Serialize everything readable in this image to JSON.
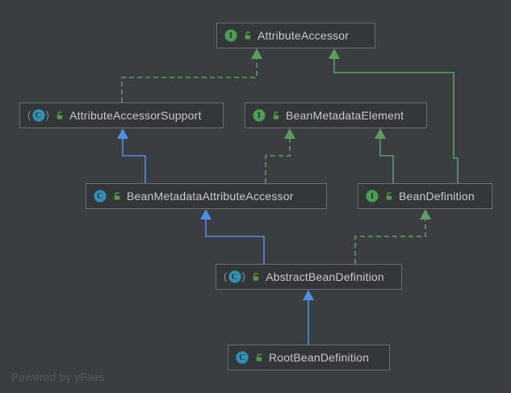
{
  "diagram": {
    "title": "UML class diagram",
    "watermark": "Powered by yFiles",
    "icon_letters": {
      "interface": "I",
      "class": "C"
    },
    "abstract_parens": {
      "open": "(",
      "close": ")"
    },
    "colors": {
      "canvas_bg": "#3b3e40",
      "node_fill": "#343739",
      "node_border": "#6a6d6f",
      "label_text": "#c8cacb",
      "edge_extends_blue": "#4d8fe2",
      "edge_green": "#5c9e60",
      "interface_icon_green": "#4c9e55",
      "class_icon_teal": "#3592b4",
      "lock_icon_green": "#549c44",
      "watermark_text": "#55595c"
    },
    "nodes": [
      {
        "label": "AttributeAccessor",
        "kind": "interface"
      },
      {
        "label": "AttributeAccessorSupport",
        "kind": "abstract-class"
      },
      {
        "label": "BeanMetadataElement",
        "kind": "interface"
      },
      {
        "label": "BeanMetadataAttributeAccessor",
        "kind": "class"
      },
      {
        "label": "BeanDefinition",
        "kind": "interface"
      },
      {
        "label": "AbstractBeanDefinition",
        "kind": "abstract-class"
      },
      {
        "label": "RootBeanDefinition",
        "kind": "class"
      }
    ],
    "edges": [
      {
        "from": "AttributeAccessorSupport",
        "to": "AttributeAccessor",
        "type": "implements",
        "style": "dashed-green"
      },
      {
        "from": "BeanDefinition",
        "to": "AttributeAccessor",
        "type": "extends",
        "style": "solid-green"
      },
      {
        "from": "BeanDefinition",
        "to": "BeanMetadataElement",
        "type": "extends",
        "style": "solid-green"
      },
      {
        "from": "BeanMetadataAttributeAccessor",
        "to": "AttributeAccessorSupport",
        "type": "extends",
        "style": "solid-blue"
      },
      {
        "from": "BeanMetadataAttributeAccessor",
        "to": "BeanMetadataElement",
        "type": "implements",
        "style": "dashed-green"
      },
      {
        "from": "AbstractBeanDefinition",
        "to": "BeanMetadataAttributeAccessor",
        "type": "extends",
        "style": "solid-blue"
      },
      {
        "from": "AbstractBeanDefinition",
        "to": "BeanDefinition",
        "type": "implements",
        "style": "dashed-green"
      },
      {
        "from": "RootBeanDefinition",
        "to": "AbstractBeanDefinition",
        "type": "extends",
        "style": "solid-blue"
      }
    ]
  }
}
